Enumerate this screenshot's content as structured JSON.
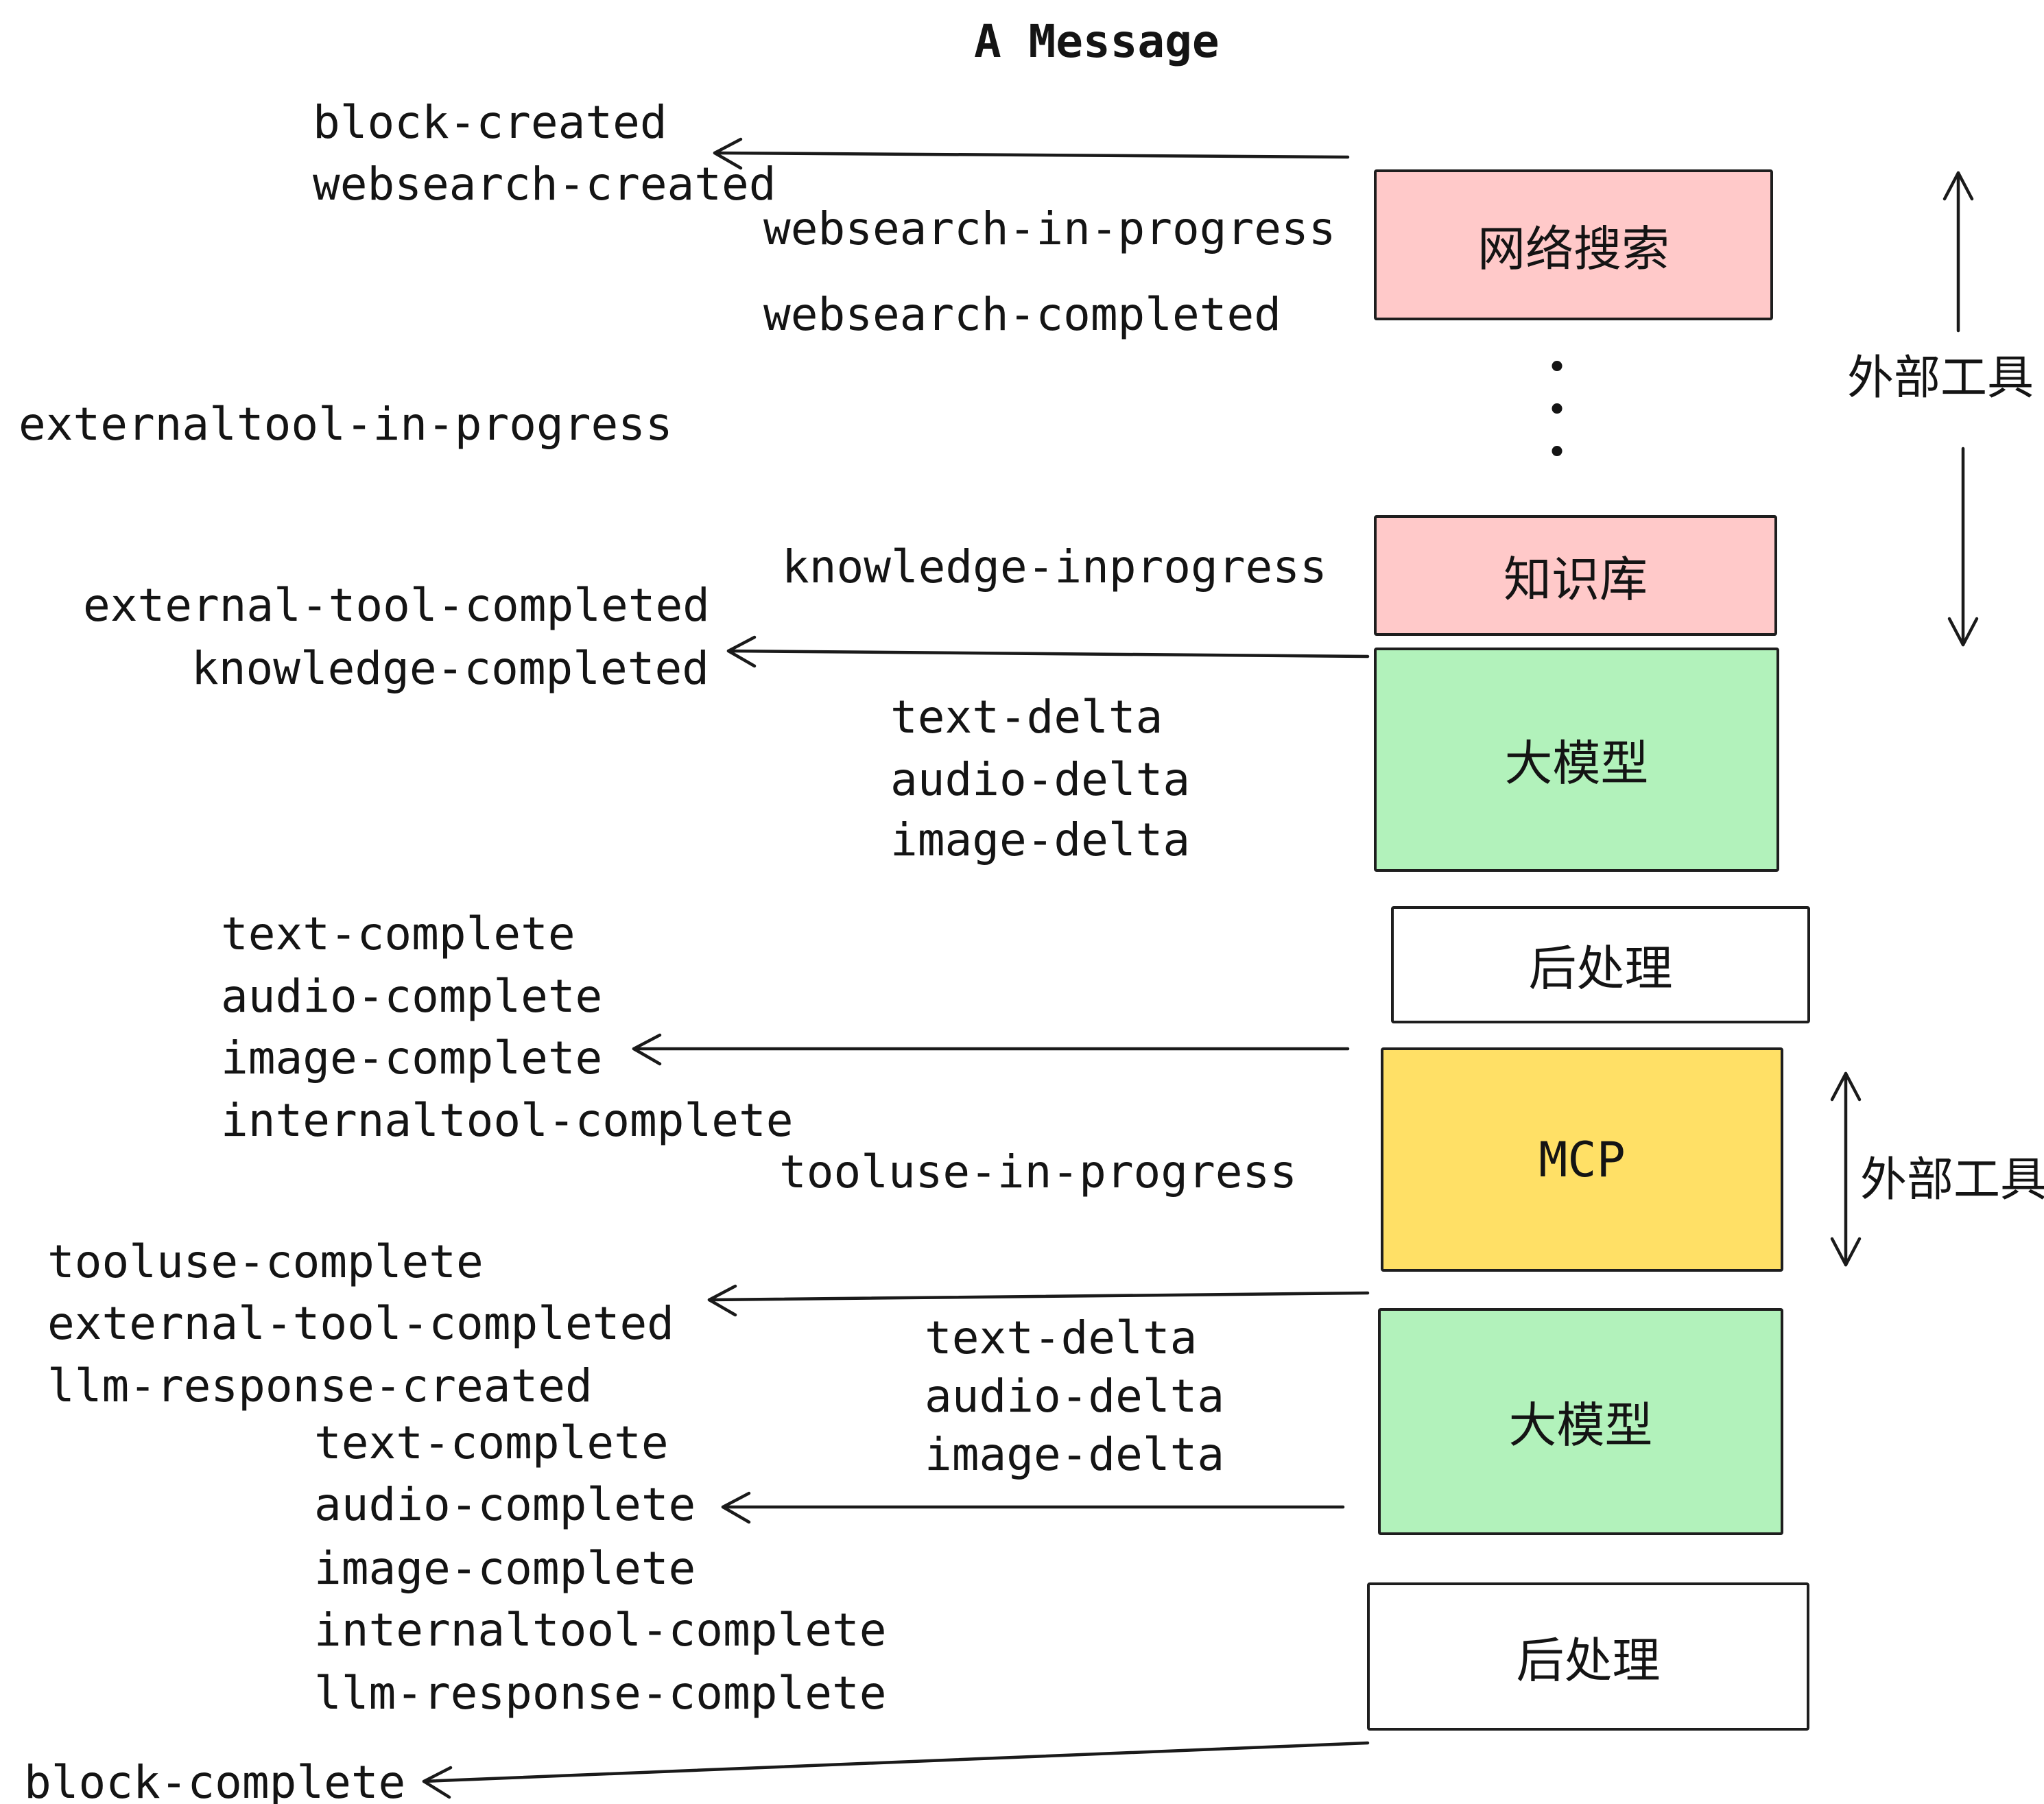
{
  "title": "A Message",
  "events": [
    "block-created",
    "websearch-created",
    "websearch-in-progress",
    "websearch-completed",
    "externaltool-in-progress",
    "knowledge-inprogress",
    "external-tool-completed",
    "knowledge-completed",
    "text-delta",
    "audio-delta",
    "image-delta",
    "text-complete",
    "audio-complete",
    "image-complete",
    "internaltool-complete",
    "tooluse-in-progress",
    "tooluse-complete",
    "external-tool-completed",
    "llm-response-created",
    "text-delta",
    "audio-delta",
    "image-delta",
    "text-complete",
    "audio-complete",
    "image-complete",
    "internaltool-complete",
    "llm-response-complete",
    "block-complete"
  ],
  "boxes": [
    {
      "label": "网络搜索",
      "color": "#ffc9c9"
    },
    {
      "label": "知识库",
      "color": "#ffc9c9"
    },
    {
      "label": "大模型",
      "color": "#b2f2bb"
    },
    {
      "label": "后处理",
      "color": "#ffffff"
    },
    {
      "label": "MCP",
      "color": "#ffe066"
    },
    {
      "label": "大模型",
      "color": "#b2f2bb"
    },
    {
      "label": "后处理",
      "color": "#ffffff"
    }
  ],
  "side_labels": {
    "external_tools_top": "外部工具",
    "external_tools_mcp": "外部工具"
  },
  "ellipsis_dot": "•",
  "colors": {
    "pink": "#ffc9c9",
    "green": "#b2f2bb",
    "yellow": "#ffe066",
    "stroke": "#1a1a1a",
    "background": "#ffffff",
    "text": "#141414"
  }
}
